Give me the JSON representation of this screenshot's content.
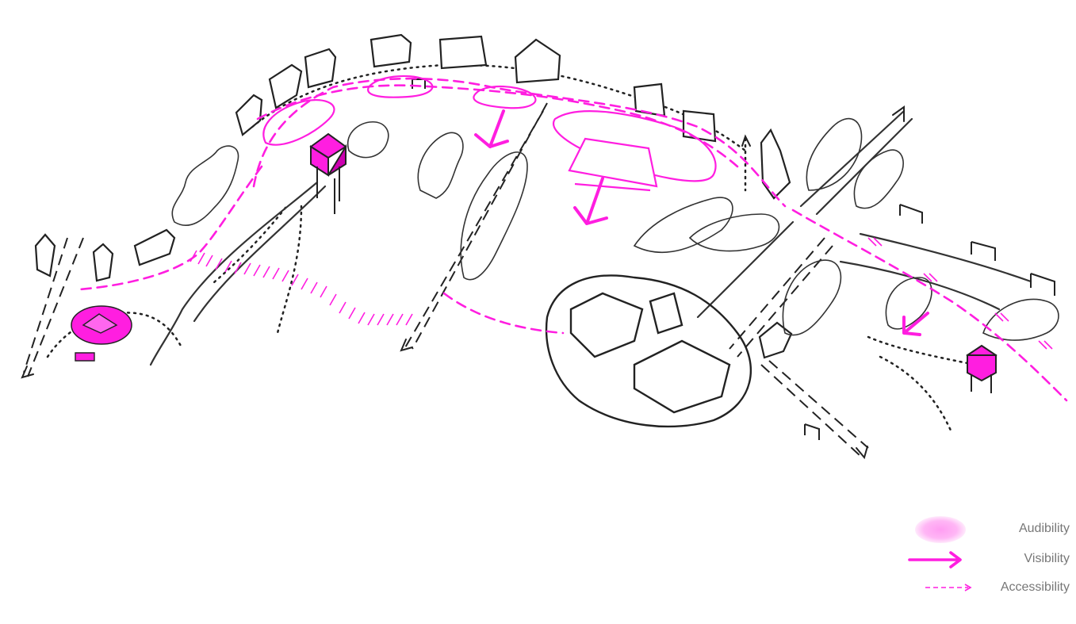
{
  "colors": {
    "accent": "#ff1ee0",
    "ink": "#222222",
    "pale_accent": "#ff9df2",
    "label_text": "#777777"
  },
  "legend": {
    "items": [
      {
        "label": "Audibility",
        "symbol": "audibility-ellipse-icon"
      },
      {
        "label": "Visibility",
        "symbol": "solid-arrow-icon"
      },
      {
        "label": "Accessibility",
        "symbol": "dashed-arrow-icon"
      }
    ]
  }
}
